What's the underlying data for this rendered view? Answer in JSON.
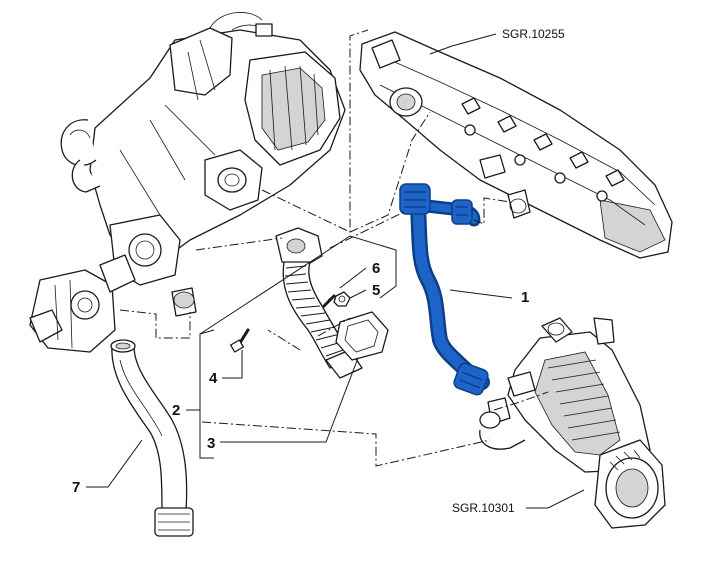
{
  "colors": {
    "line": "#1a1a1a",
    "part_fill": "#ffffff",
    "shade": "#d4d4d4",
    "highlight": "#1e64c8",
    "highlight_dark": "#0b3f86"
  },
  "callouts": {
    "p1": "1",
    "p2": "2",
    "p3": "3",
    "p4": "4",
    "p5": "5",
    "p6": "6",
    "p7": "7"
  },
  "references": {
    "manifold": "SGR.10255",
    "cooler": "SGR.10301"
  }
}
